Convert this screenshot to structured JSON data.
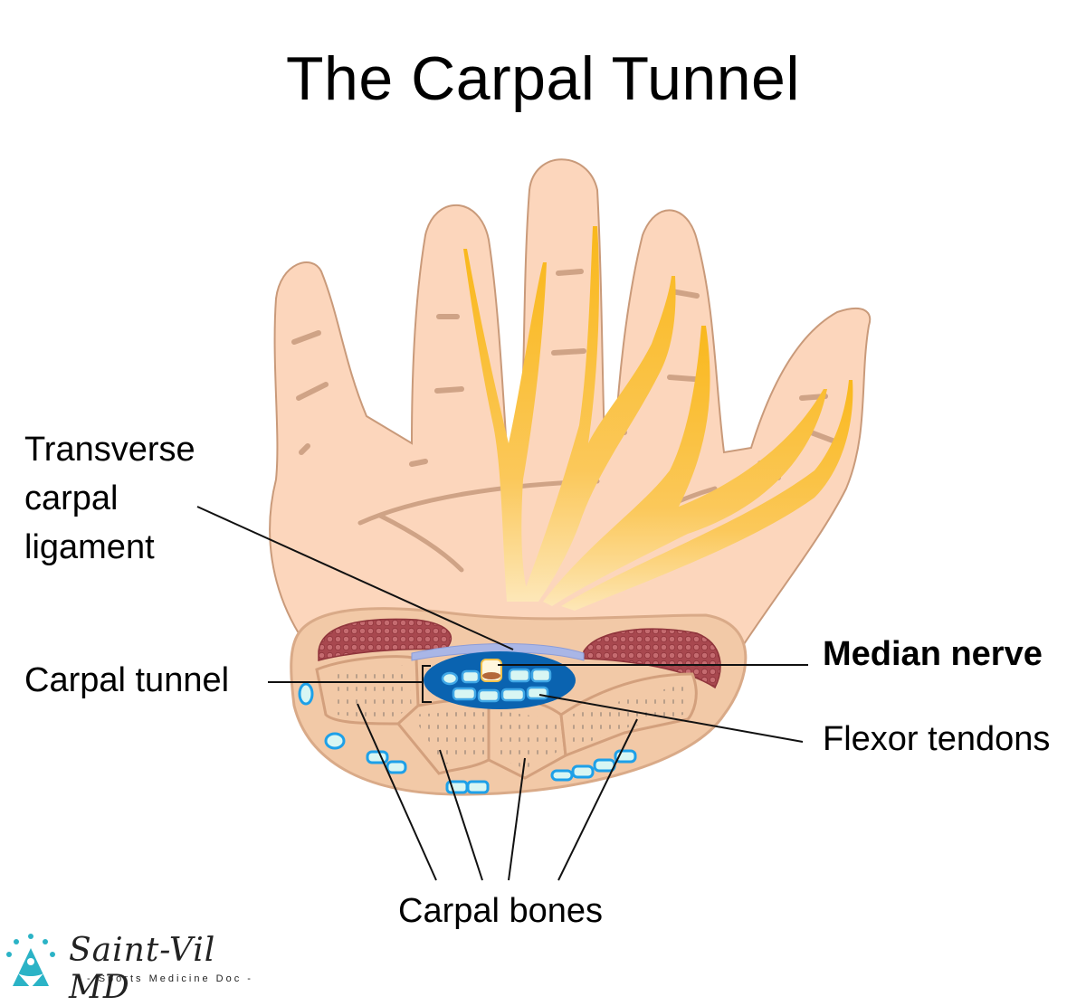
{
  "title": "The Carpal Tunnel",
  "labels": {
    "transverse_carpal_ligament": [
      "Transverse",
      "carpal",
      "ligament"
    ],
    "carpal_tunnel": "Carpal tunnel",
    "median_nerve": "Median nerve",
    "flexor_tendons": "Flexor tendons",
    "carpal_bones": "Carpal bones"
  },
  "logo": {
    "name": "Saint-Vil MD",
    "tagline": "- Sports Medicine Doc -",
    "icon": "person-triangle-icon"
  },
  "colors": {
    "skin": "#fcd6bc",
    "skin_outline": "#c99a7a",
    "crease": "#cfa386",
    "nerve": "#fbbf24",
    "muscle": "#a8484f",
    "tunnel": "#0a63b0",
    "tendon": "#d8f6f3",
    "ligament": "#a9b6e6",
    "bone": "#f2c9a7",
    "logo_accent": "#2bb3c6"
  }
}
